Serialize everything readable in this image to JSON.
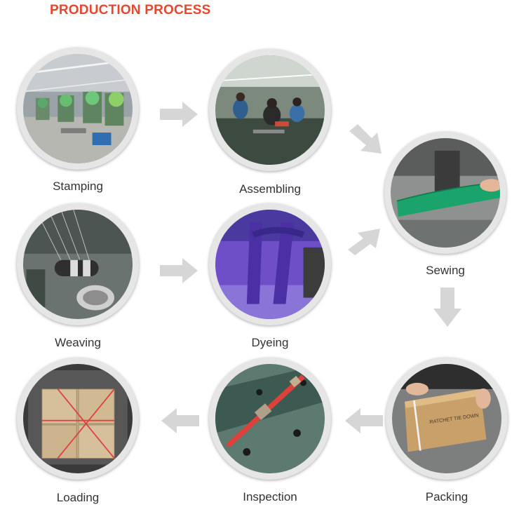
{
  "title": "PRODUCTION PROCESS",
  "steps": {
    "stamping": "Stamping",
    "assembling": "Assembling",
    "sewing": "Sewing",
    "weaving": "Weaving",
    "dyeing": "Dyeing",
    "packing": "Packing",
    "loading": "Loading",
    "inspection": "Inspection"
  },
  "colors": {
    "title": "#e8462e",
    "arrow": "#d6d6d6",
    "ring": "#e6e6e6",
    "strap_green": "#1aa36a",
    "strap_red": "#e0403a",
    "dye_purple": "#5a3fb0"
  }
}
